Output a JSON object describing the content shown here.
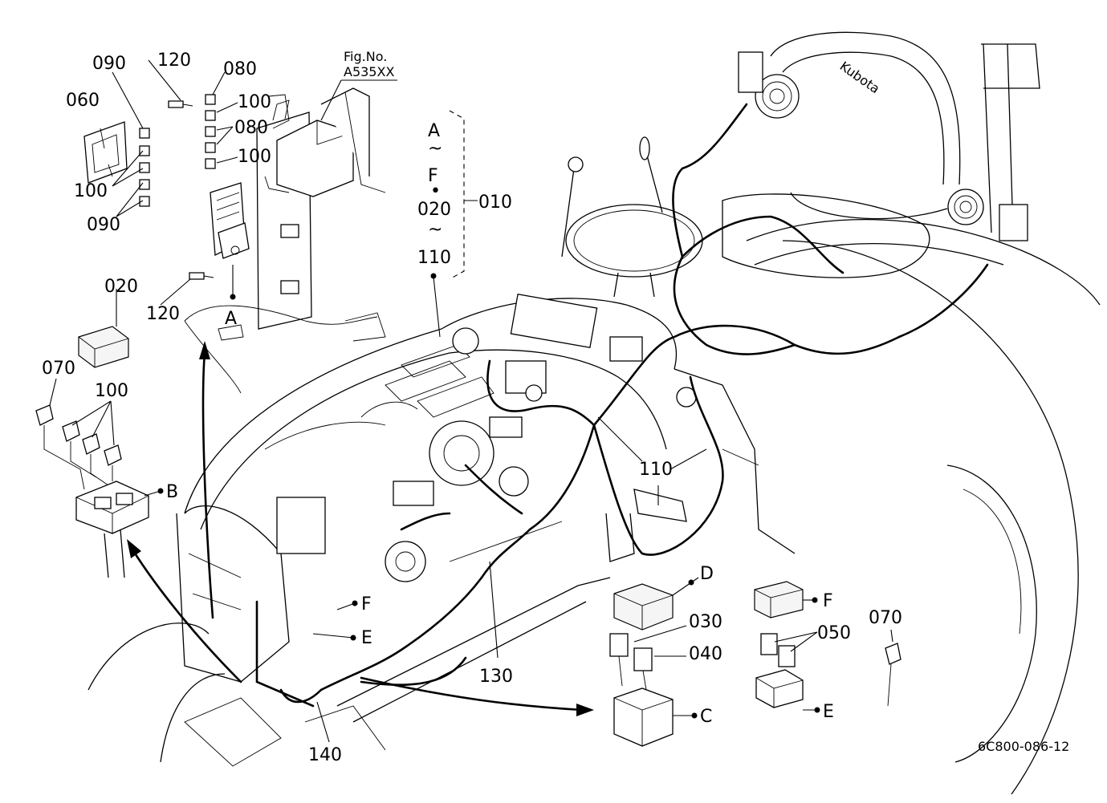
{
  "figure_ref": {
    "line1": "Fig.No.",
    "line2": "A535XX"
  },
  "callouts": {
    "p010": "010",
    "p020": "020",
    "p020b": "020",
    "p030": "030",
    "p040": "040",
    "p050": "050",
    "p060": "060",
    "p070a": "070",
    "p070b": "070",
    "p080a": "080",
    "p080b": "080",
    "p090a": "090",
    "p090b": "090",
    "p100a": "100",
    "p100b": "100",
    "p100c": "100",
    "p100d": "100",
    "p110a": "110",
    "p110b": "110",
    "p120a": "120",
    "p120b": "120",
    "p130": "130",
    "p140": "140"
  },
  "range_note": {
    "a": "A",
    "tilde1": "~",
    "f": "F",
    "bullet": "•",
    "n020": "020",
    "tilde2": "~",
    "n110": "110"
  },
  "letters": {
    "A_main": "A",
    "B": "B",
    "C": "C",
    "D": "D",
    "E_main": "E",
    "E_box": "E",
    "F_main": "F",
    "F_box": "F"
  },
  "brand": "Kubota",
  "drawing_code": "6C800-086-12"
}
